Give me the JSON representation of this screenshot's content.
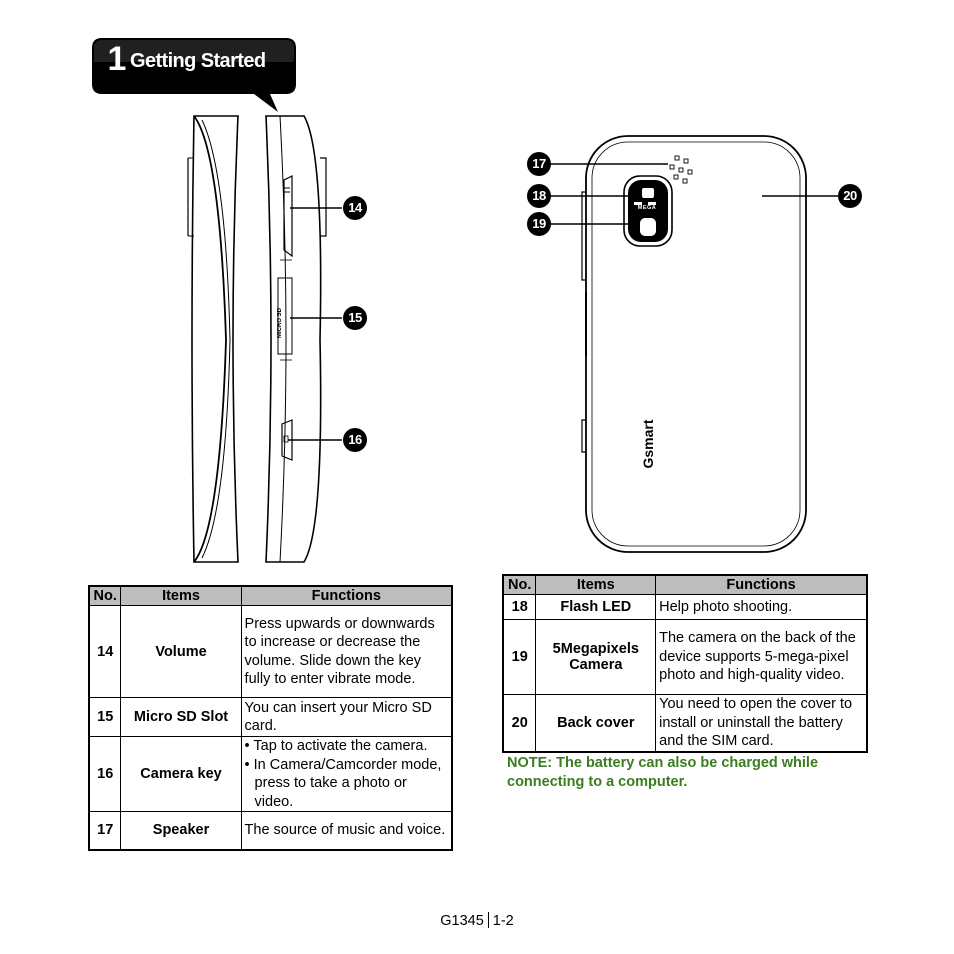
{
  "header": {
    "chapter_number": "1",
    "chapter_title": "Getting Started"
  },
  "callouts": [
    "14",
    "15",
    "16",
    "17",
    "18",
    "19",
    "20"
  ],
  "device_labels": {
    "micro_sd": "MICRO SD",
    "mega": "MEGA",
    "brand": "Gsmart"
  },
  "left_table": {
    "headers": [
      "No.",
      "Items",
      "Functions"
    ],
    "rows": [
      {
        "no": "14",
        "item": "Volume",
        "function": "Press upwards or downwards to increase or decrease the volume. Slide down the key fully to enter vibrate mode."
      },
      {
        "no": "15",
        "item": "Micro SD Slot",
        "function": "You can insert your Micro SD card."
      },
      {
        "no": "16",
        "item": "Camera key",
        "bullets": [
          "Tap to activate the camera.",
          "In Camera/Camcorder mode, press to take a photo or video."
        ]
      },
      {
        "no": "17",
        "item": "Speaker",
        "function": "The source of music and voice."
      }
    ]
  },
  "right_table": {
    "headers": [
      "No.",
      "Items",
      "Functions"
    ],
    "rows": [
      {
        "no": "18",
        "item": "Flash LED",
        "function": "Help photo shooting."
      },
      {
        "no": "19",
        "item": "5Megapixels Camera",
        "function": "The camera on the back of the device supports 5-mega-pixel photo and high-quality video."
      },
      {
        "no": "20",
        "item": "Back cover",
        "function": "You need to open the cover to install or uninstall the battery and the SIM card."
      }
    ]
  },
  "note": "NOTE: The battery can also be charged while connecting to a computer.",
  "footer": {
    "model": "G1345",
    "page": "1-2"
  },
  "colors": {
    "note_green": "#3a7d1f",
    "header_gray": "#bdbdbd",
    "badge_black": "#000000"
  }
}
